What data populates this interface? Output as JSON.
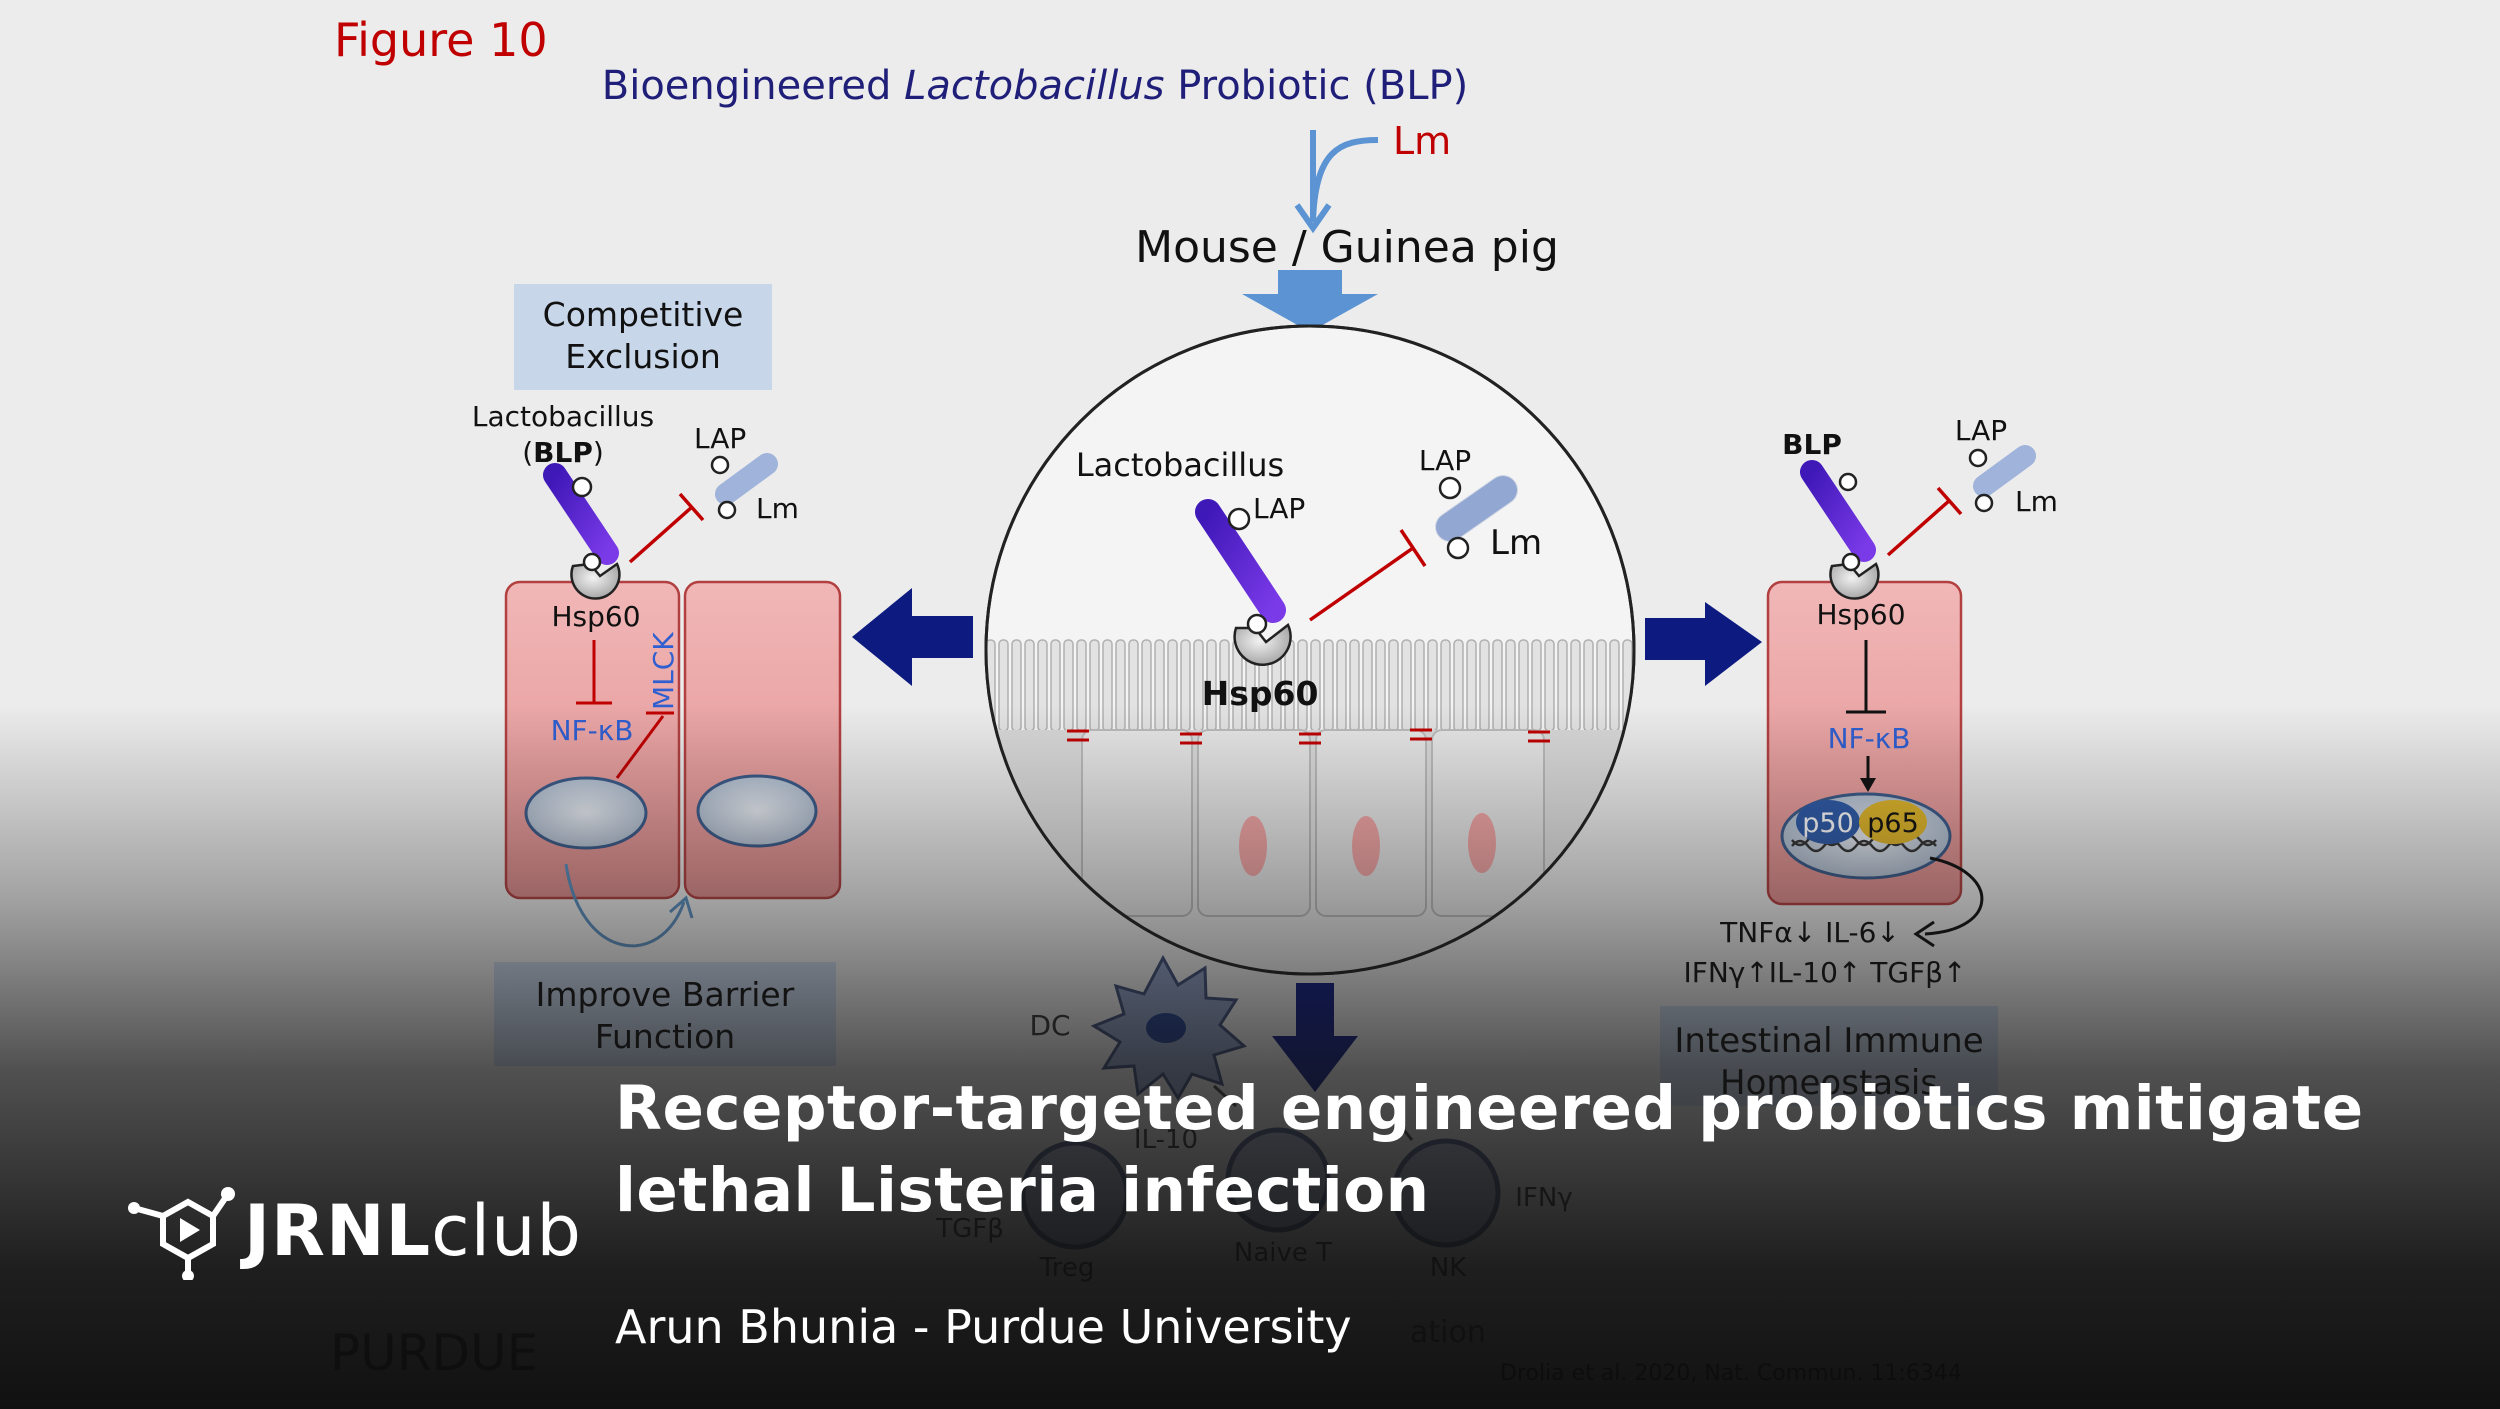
{
  "figure": {
    "label": "Figure 10",
    "top_title_prefix": "Bioengineered ",
    "top_title_italic": "Lactobacillus",
    "top_title_suffix": " Probiotic (BLP)",
    "lm_top": "Lm",
    "host": "Mouse / Guinea pig",
    "left_panel": {
      "box_title_line1": "Competitive",
      "box_title_line2": "Exclusion",
      "lacto_line1": "Lactobacillus",
      "lacto_line2_open": "(",
      "lacto_line2_bold": "BLP",
      "lacto_line2_close": ")",
      "lap": "LAP",
      "lm": "Lm",
      "hsp60": "Hsp60",
      "nfkb": "NF-κB",
      "mlck": "MLCK",
      "bottom_line1": "Improve Barrier",
      "bottom_line2": "Function"
    },
    "center": {
      "lactobacillus": "Lactobacillus",
      "lap_small": "LAP",
      "lap": "LAP",
      "lm": "Lm",
      "hsp60": "Hsp60",
      "dc": "DC",
      "il10": "IL-10",
      "tgfb": "TGFβ",
      "treg": "Treg",
      "naive_t": "Naive T",
      "nk": "NK",
      "ifng": "IFNγ",
      "faded_word": "ation"
    },
    "right_panel": {
      "blp": "BLP",
      "lap": "LAP",
      "lm": "Lm",
      "hsp60": "Hsp60",
      "nfkb": "NF-κB",
      "p50": "p50",
      "p65": "p65",
      "cytokines_line1": "TNFα↓  IL-6↓",
      "cytokines_line2": "IFNγ↑IL-10↑  TGFβ↑",
      "box_line1": "Intestinal Immune",
      "box_line2": "Homeostasis"
    },
    "watermark_left": "PURDUE",
    "citation_faded": "Drolia et al. 2020, Nat. Commun. 11:6344"
  },
  "overlay": {
    "title": "Receptor-targeted engineered probiotics mitigate lethal Listeria infection",
    "author": "Arun Bhunia - Purdue University",
    "logo_bold": "JRNL",
    "logo_light": "club"
  },
  "colors": {
    "figure_label": "#c00000",
    "title_navy": "#1f1f7a",
    "red": "#c00000",
    "blue_text": "#2f5fd0",
    "arrow_navy": "#0d1a80",
    "arrow_light": "#5b93d3",
    "cell_fill": "#eaa3a3",
    "lacto_purple": "#5a20d0",
    "lm_blue": "#9fb3db",
    "box_blue": "#c8d6ea"
  }
}
